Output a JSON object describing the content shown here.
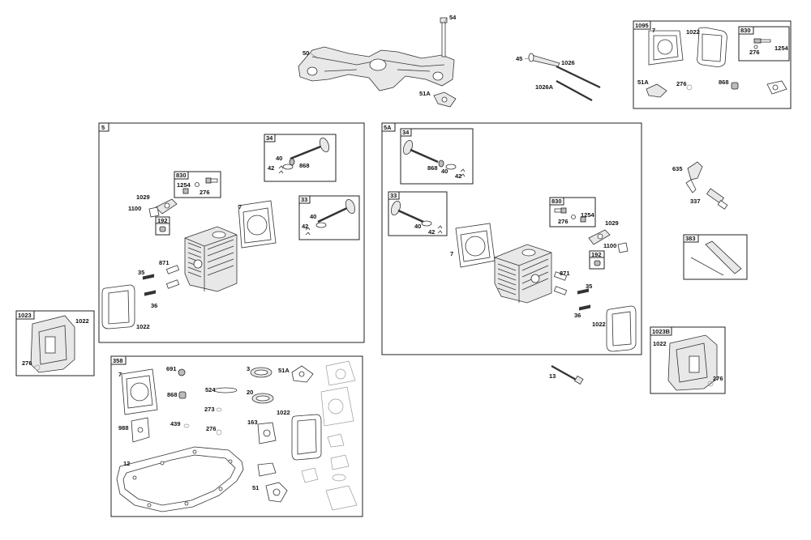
{
  "groups": {
    "g5": "5",
    "g5a": "5A",
    "g358": "358",
    "g1095": "1095",
    "g1023": "1023",
    "g1023b": "1023B",
    "g383": "383",
    "g34_left": "34",
    "g33_left": "33",
    "g830_left": "830",
    "g192_left": "192",
    "g34_right": "34",
    "g33_right": "33",
    "g830_right": "830",
    "g192_right": "192",
    "g830_1095": "830"
  },
  "labels": {
    "top_54": "54",
    "top_50": "50",
    "top_51a": "51A",
    "top_45": "45",
    "top_1026": "1026",
    "top_1026a": "1026A",
    "b1095_7": "7",
    "b1095_1022": "1022",
    "b1095_276": "276",
    "b1095_1254": "1254",
    "b1095_51a": "51A",
    "b1095_276b": "276",
    "b1095_868": "868",
    "l34_40": "40",
    "l34_42": "42",
    "l34_868": "868",
    "l830_1254": "1254",
    "l830_276": "276",
    "l33_40": "40",
    "l33_42": "42",
    "l_1029": "1029",
    "l_1100": "1100",
    "l_7": "7",
    "l_871": "871",
    "l_35": "35",
    "l_36": "36",
    "l_1022": "1022",
    "r34_868": "868",
    "r34_40": "40",
    "r34_42": "42",
    "r33_40": "40",
    "r33_42": "42",
    "r830_276": "276",
    "r830_1254": "1254",
    "r_1029": "1029",
    "r_7": "7",
    "r_1100": "1100",
    "r_871": "871",
    "r_35": "35",
    "r_36": "36",
    "r_1022": "1022",
    "r_13": "13",
    "s_635": "635",
    "s_337": "337",
    "b1023_1022": "1022",
    "b1023_276": "276",
    "b1023b_1022": "1022",
    "b1023b_276": "276",
    "k_7": "7",
    "k_691": "691",
    "k_868": "868",
    "k_988": "988",
    "k_439": "439",
    "k_524": "524",
    "k_273": "273",
    "k_276": "276",
    "k_3": "3",
    "k_20": "20",
    "k_51a": "51A",
    "k_1022": "1022",
    "k_163": "163",
    "k_12": "12",
    "k_51": "51"
  }
}
